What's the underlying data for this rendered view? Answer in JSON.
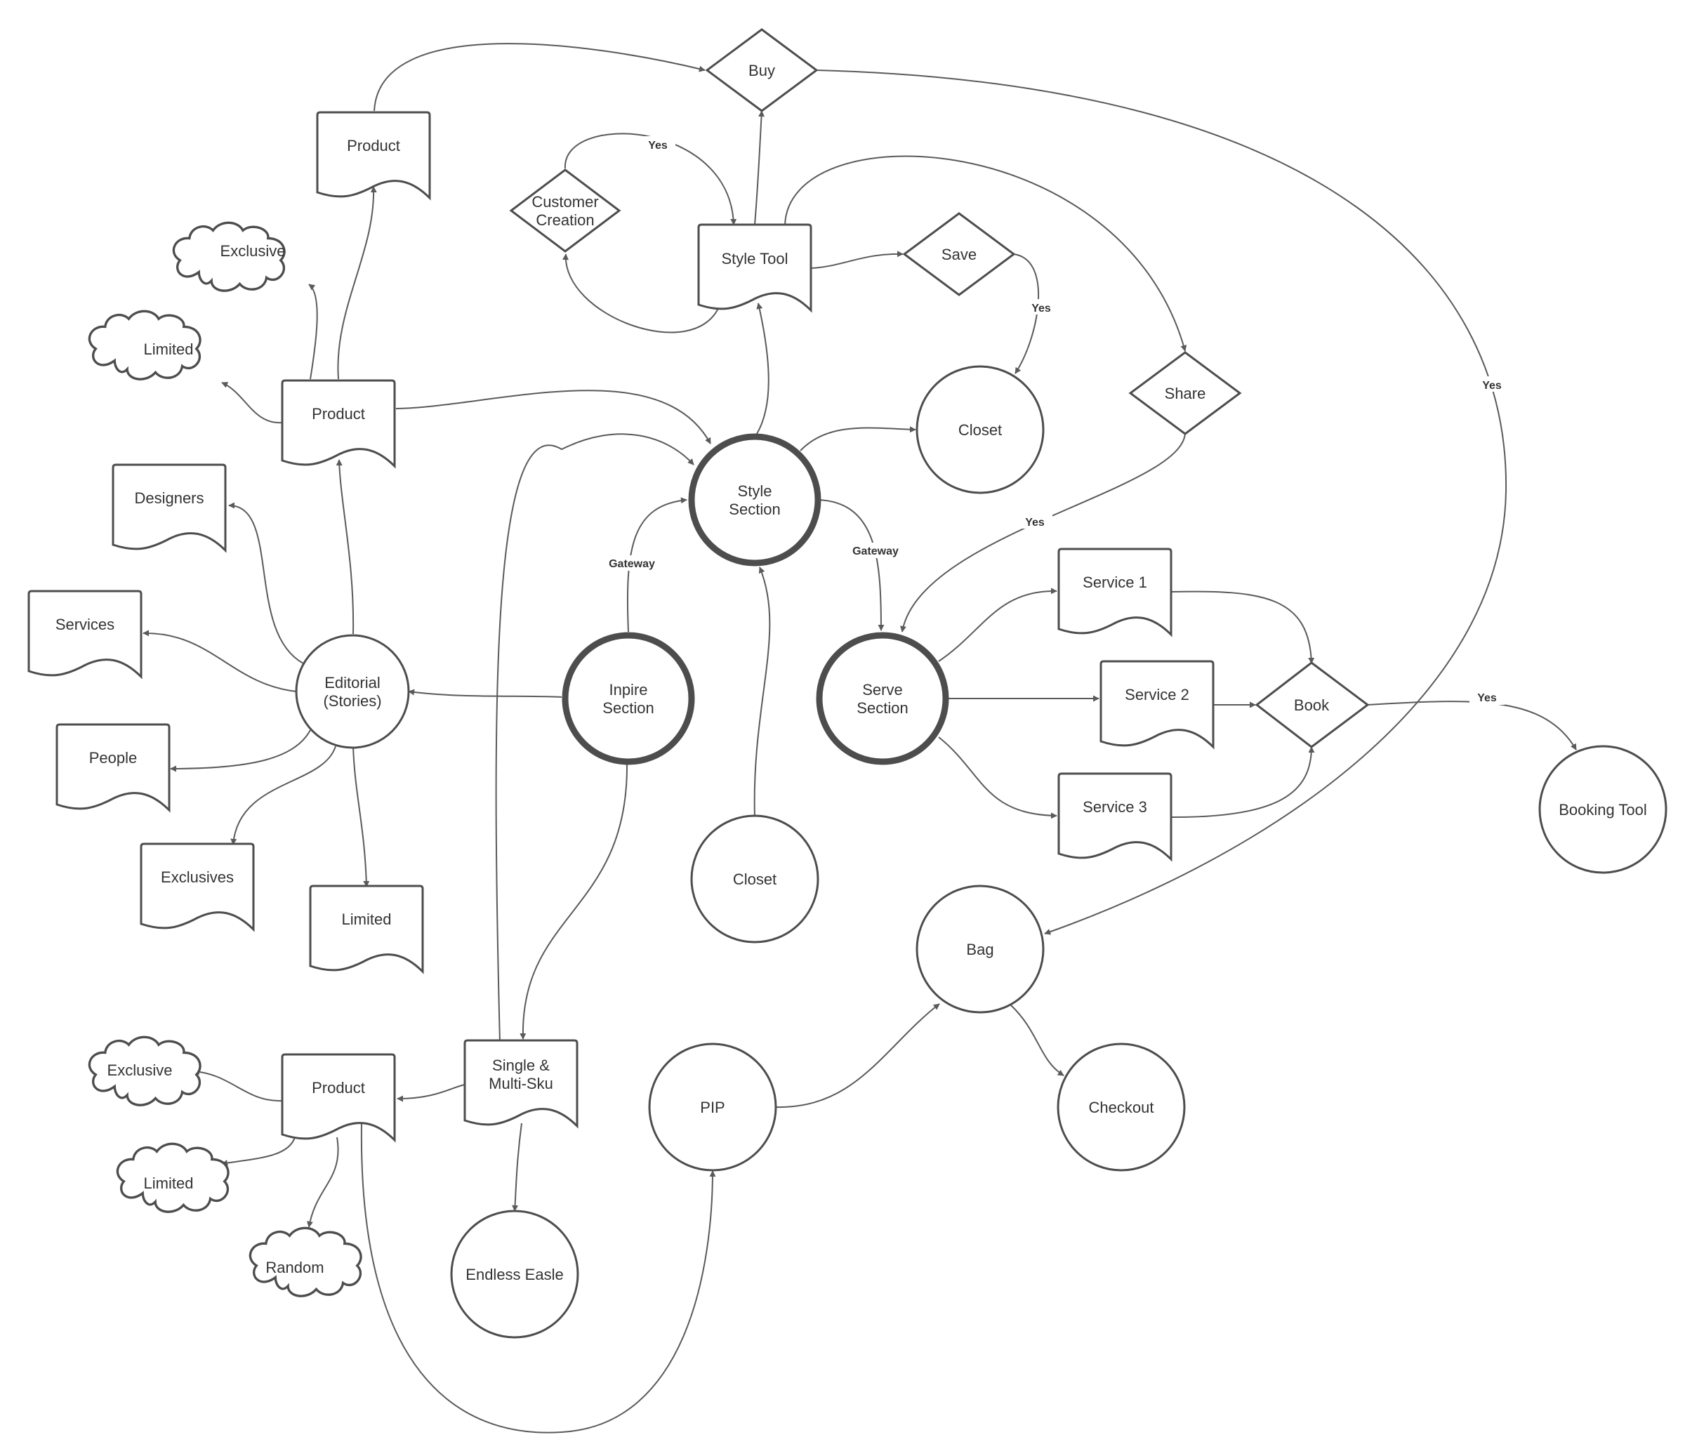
{
  "nodes": {
    "buy": {
      "label": [
        "Buy"
      ]
    },
    "product_top": {
      "label": [
        "Product"
      ]
    },
    "customer_creation": {
      "label": [
        "Customer",
        "Creation"
      ]
    },
    "style_tool": {
      "label": [
        "Style Tool"
      ]
    },
    "save": {
      "label": [
        "Save"
      ]
    },
    "exclusive_top": {
      "label": [
        "Exclusive"
      ]
    },
    "limited_top": {
      "label": [
        "Limited"
      ]
    },
    "product_mid": {
      "label": [
        "Product"
      ]
    },
    "closet_top": {
      "label": [
        "Closet"
      ]
    },
    "share": {
      "label": [
        "Share"
      ]
    },
    "style_section": {
      "label": [
        "Style",
        "Section"
      ]
    },
    "designers": {
      "label": [
        "Designers"
      ]
    },
    "services": {
      "label": [
        "Services"
      ]
    },
    "editorial": {
      "label": [
        "Editorial",
        "(Stories)"
      ]
    },
    "inspire_section": {
      "label": [
        "Inpire",
        "Section"
      ]
    },
    "serve_section": {
      "label": [
        "Serve",
        "Section"
      ]
    },
    "service1": {
      "label": [
        "Service 1"
      ]
    },
    "service2": {
      "label": [
        "Service 2"
      ]
    },
    "service3": {
      "label": [
        "Service 3"
      ]
    },
    "book": {
      "label": [
        "Book"
      ]
    },
    "booking_tool": {
      "label": [
        "Booking Tool"
      ]
    },
    "people": {
      "label": [
        "People"
      ]
    },
    "exclusives": {
      "label": [
        "Exclusives"
      ]
    },
    "limited_mid": {
      "label": [
        "Limited"
      ]
    },
    "closet_bottom": {
      "label": [
        "Closet"
      ]
    },
    "bag": {
      "label": [
        "Bag"
      ]
    },
    "exclusive_bottom": {
      "label": [
        "Exclusive"
      ]
    },
    "product_bottom": {
      "label": [
        "Product"
      ]
    },
    "single_multi_sku": {
      "label": [
        "Single &",
        "Multi-Sku"
      ]
    },
    "pip": {
      "label": [
        "PIP"
      ]
    },
    "checkout": {
      "label": [
        "Checkout"
      ]
    },
    "limited_bottom": {
      "label": [
        "Limited"
      ]
    },
    "random": {
      "label": [
        "Random"
      ]
    },
    "endless_easle": {
      "label": [
        "Endless Easle"
      ]
    }
  },
  "edge_labels": {
    "cc_to_styletool": "Yes",
    "save_to_closet": "Yes",
    "buy_to_bag": "Yes",
    "share_to_serve": "Yes",
    "inspire_to_style": "Gateway",
    "style_to_serve": "Gateway",
    "book_to_bookingtool": "Yes"
  }
}
